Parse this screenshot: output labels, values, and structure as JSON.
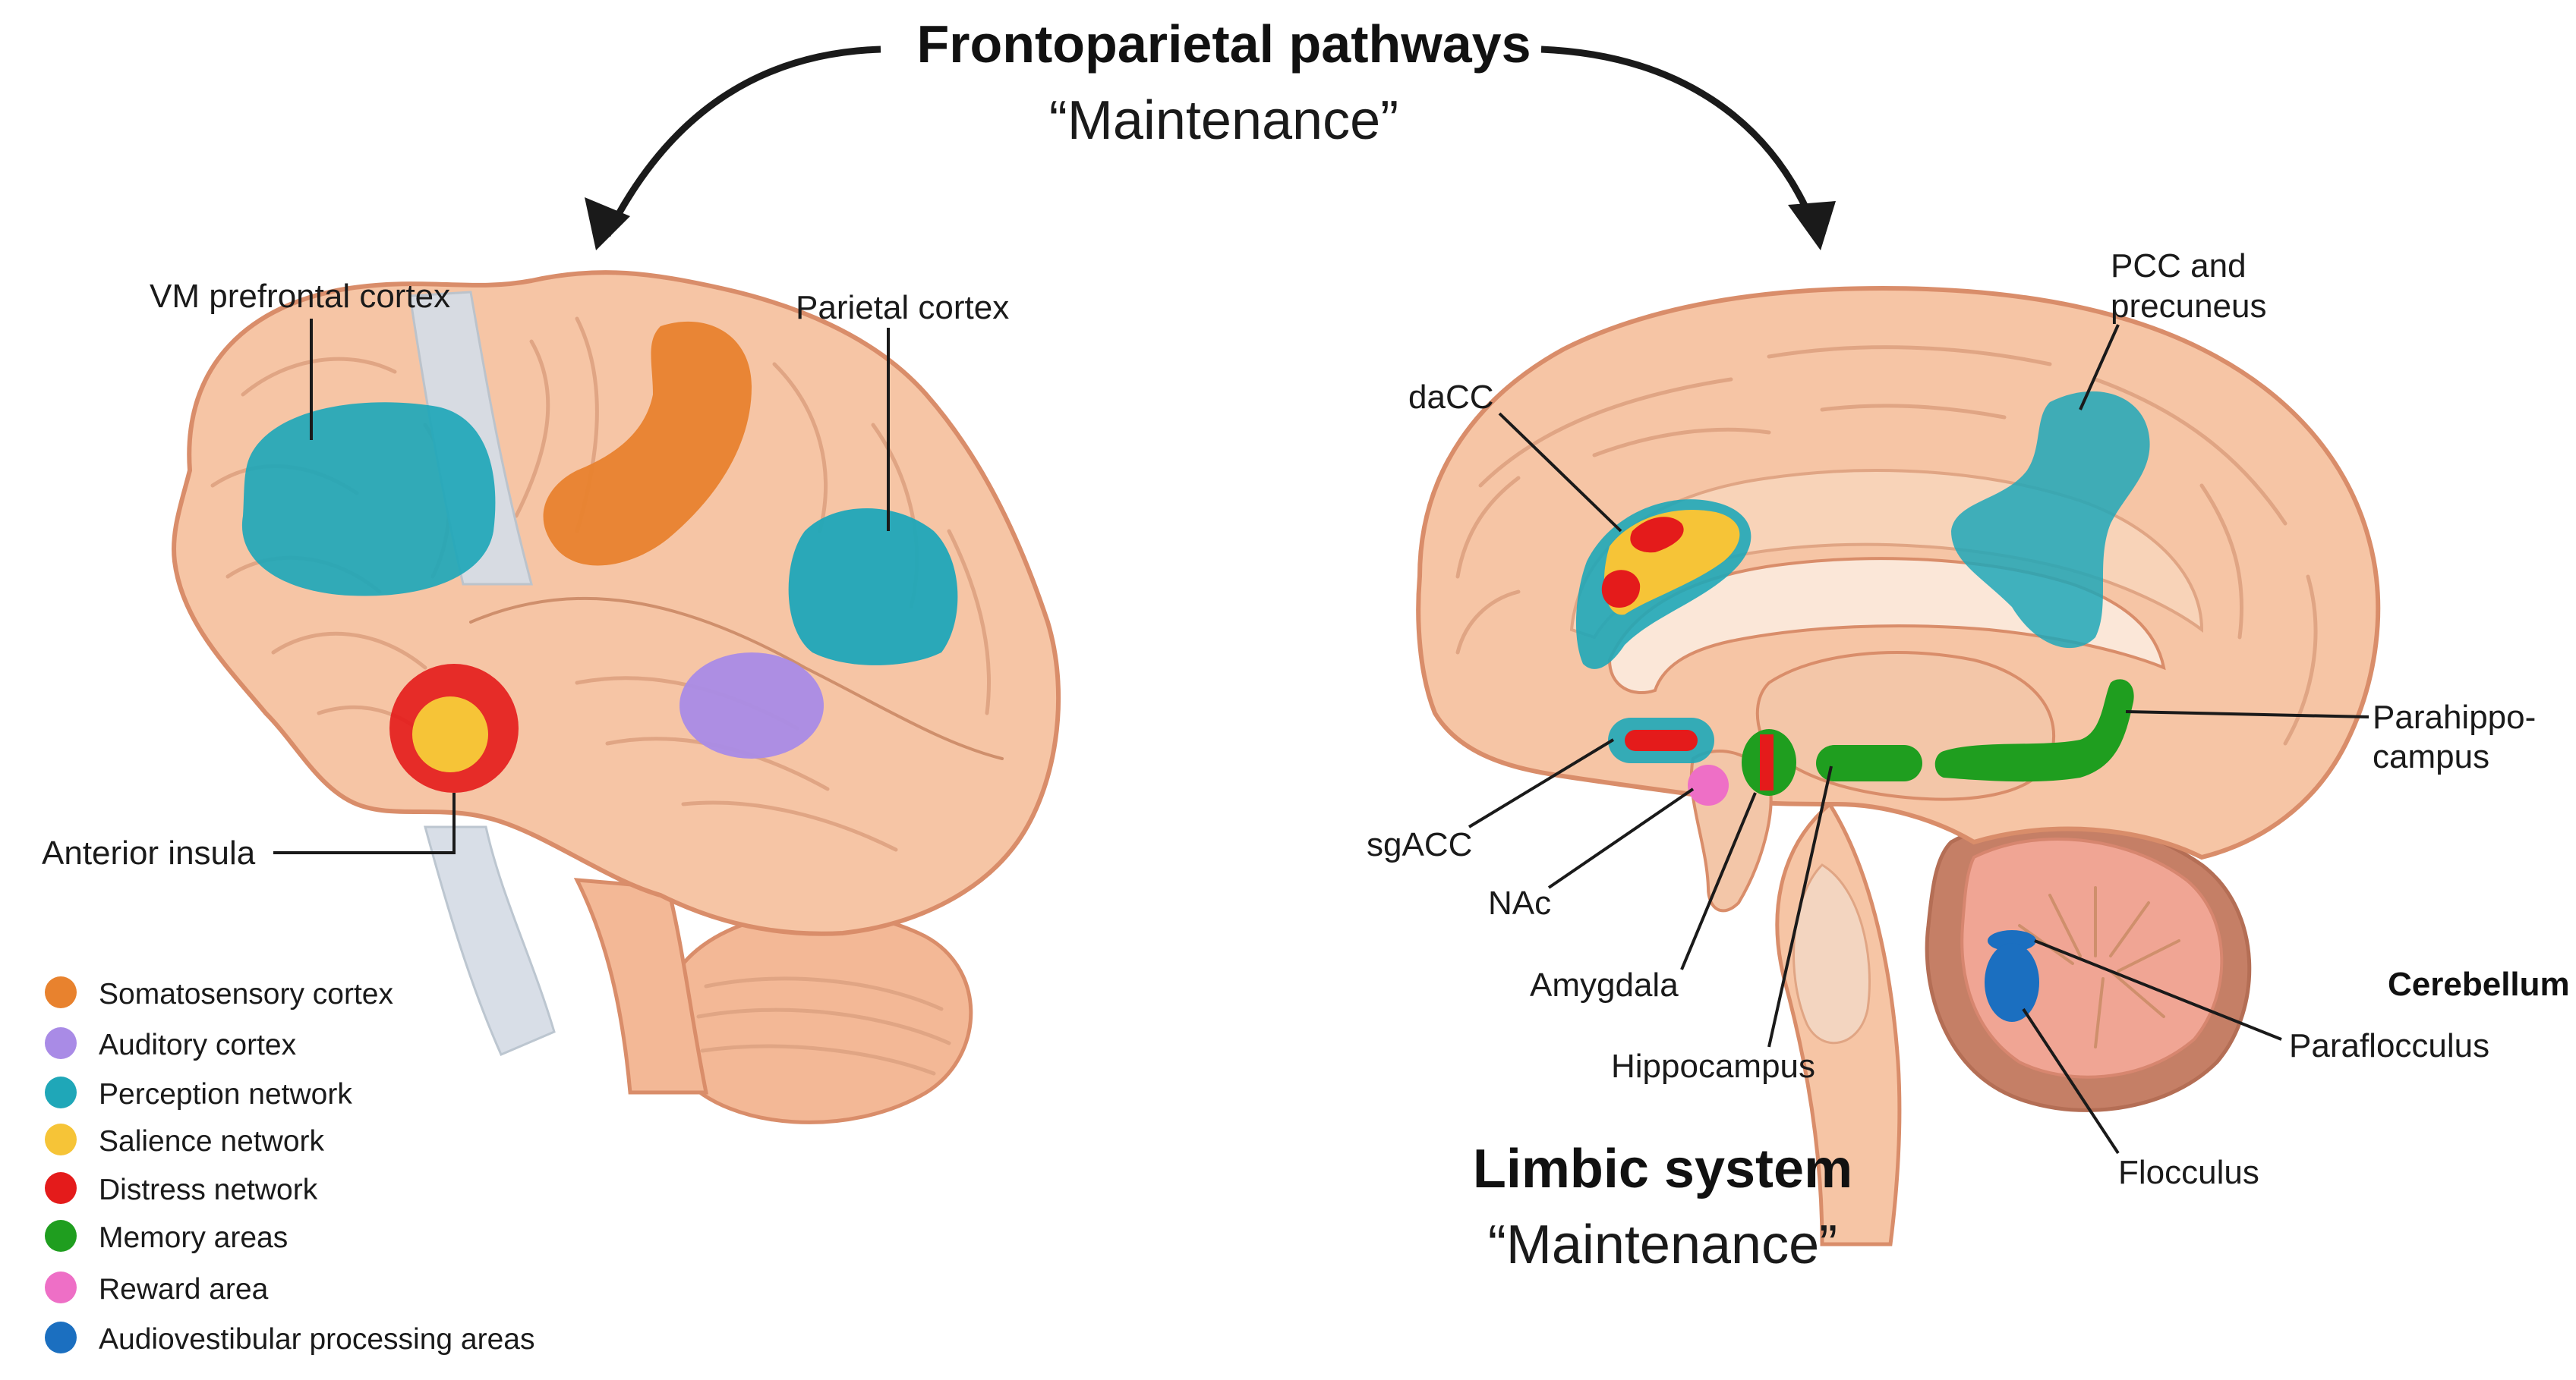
{
  "top_title": {
    "heading": "Frontoparietal pathways",
    "subheading": "“Maintenance”"
  },
  "bottom_title": {
    "heading": "Limbic system",
    "subheading": "“Maintenance”"
  },
  "lateral_labels": {
    "vm_prefrontal": "VM prefrontal cortex",
    "parietal": "Parietal cortex",
    "anterior_insula": "Anterior insula"
  },
  "medial_labels": {
    "pcc_line1": "PCC and",
    "pcc_line2": "precuneus",
    "dacc": "daCC",
    "sgacc": "sgACC",
    "nac": "NAc",
    "amygdala": "Amygdala",
    "hippocampus": "Hippocampus",
    "parahippo_line1": "Parahippo-",
    "parahippo_line2": "campus",
    "cerebellum": "Cerebellum",
    "paraflocculus": "Paraflocculus",
    "flocculus": "Flocculus"
  },
  "legend": [
    {
      "label": "Somatosensory cortex",
      "color": "#e8822e"
    },
    {
      "label": "Auditory cortex",
      "color": "#a98be6"
    },
    {
      "label": "Perception network",
      "color": "#1fa7b8"
    },
    {
      "label": "Salience network",
      "color": "#f6c437"
    },
    {
      "label": "Distress network",
      "color": "#e41b1b"
    },
    {
      "label": "Memory areas",
      "color": "#1f9e1f"
    },
    {
      "label": "Reward area",
      "color": "#ee6fc6"
    },
    {
      "label": "Audiovestibular processing areas",
      "color": "#1b6fc0"
    }
  ],
  "colors": {
    "brain_fill": "#f6c5a5",
    "brain_outline": "#d98d6a",
    "cerebellum_fill": "#f0a594",
    "vessel": "#d6dde6"
  }
}
